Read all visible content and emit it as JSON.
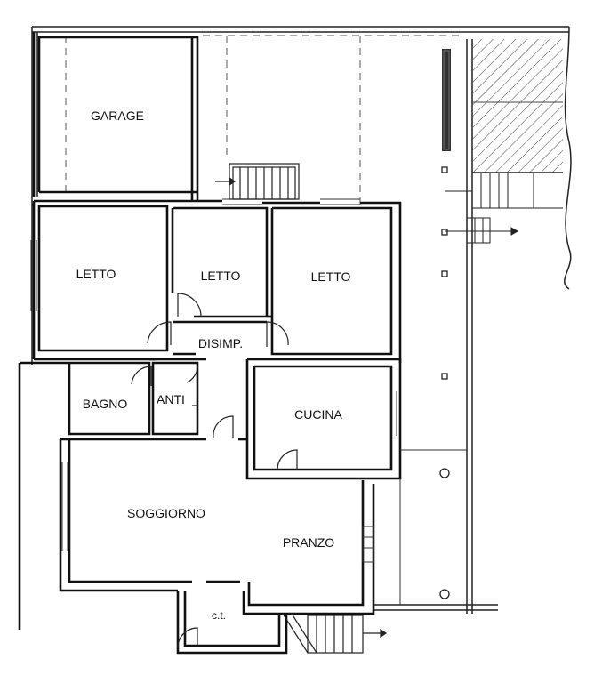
{
  "rooms": {
    "garage": "GARAGE",
    "letto_left": "LETTO",
    "letto_center": "LETTO",
    "letto_right": "LETTO",
    "disimpegno": "DISIMP.",
    "bagno": "BAGNO",
    "anti": "ANTI",
    "cucina": "CUCINA",
    "soggiorno": "SOGGIORNO",
    "pranzo": "PRANZO",
    "centrale_termica": "c.t."
  }
}
